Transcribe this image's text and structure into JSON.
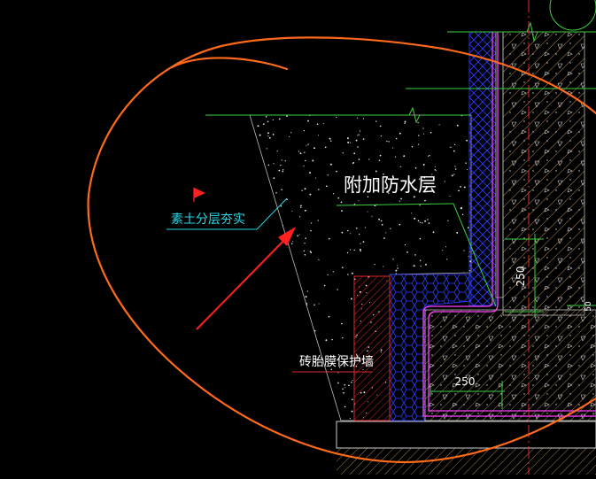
{
  "labels": {
    "fill": "素土分层夯实",
    "waterproof": "附加防水层",
    "brick": "砖胎膜保护墙",
    "dim_vertical": "250",
    "dim_horizontal": "250",
    "dim_side": "50"
  },
  "colors": {
    "background": "#000000",
    "annotation": "#ff6a1a",
    "leader_cyan": "#27d6e6",
    "leader_green": "#3ecf3e",
    "concrete": "#ffffff",
    "membrane": "#ff40ff",
    "brick": "#e02a2a",
    "insulation": "#2a3cff",
    "flag": "#ff2020",
    "axis": "#ff3030",
    "arrow": "#ff2020"
  }
}
